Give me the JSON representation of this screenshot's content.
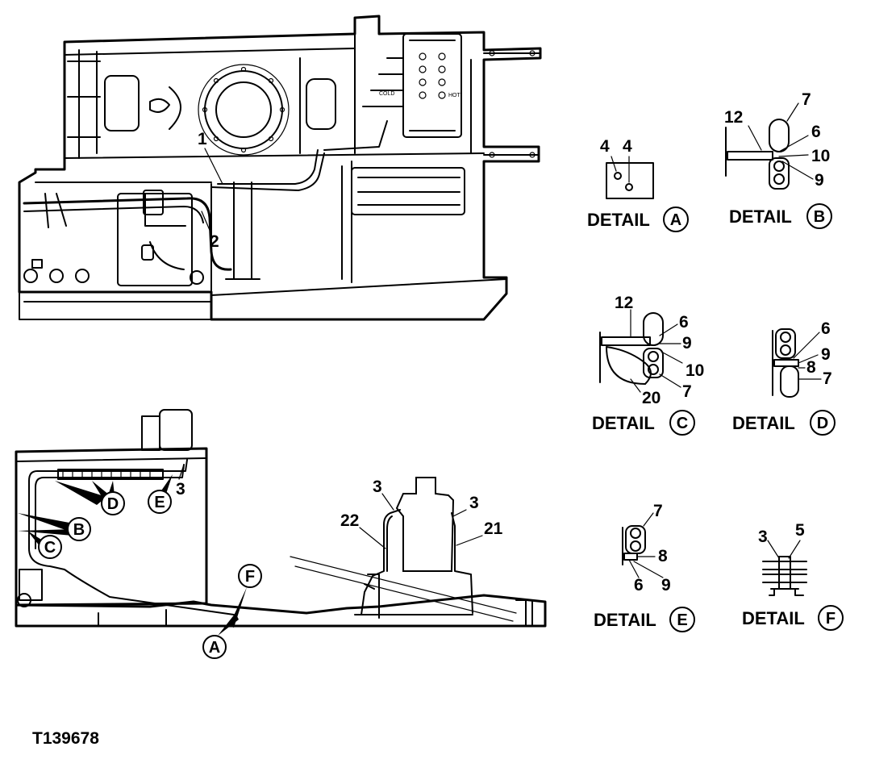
{
  "figure_id": "T139678",
  "top_view": {
    "callouts": [
      "1",
      "2"
    ],
    "small_labels": [
      "COLD",
      "HOT"
    ]
  },
  "side_view": {
    "callouts": [
      "3",
      "3",
      "3",
      "22",
      "21"
    ],
    "detail_refs": [
      "D",
      "E",
      "B",
      "C",
      "F",
      "A"
    ]
  },
  "details": {
    "A": {
      "title": "DETAIL",
      "letter": "A",
      "callouts": [
        "4",
        "4"
      ]
    },
    "B": {
      "title": "DETAIL",
      "letter": "B",
      "callouts": [
        "12",
        "7",
        "6",
        "10",
        "9"
      ]
    },
    "C": {
      "title": "DETAIL",
      "letter": "C",
      "callouts": [
        "12",
        "6",
        "9",
        "10",
        "7",
        "20"
      ]
    },
    "D": {
      "title": "DETAIL",
      "letter": "D",
      "callouts": [
        "6",
        "9",
        "8",
        "7"
      ]
    },
    "E": {
      "title": "DETAIL",
      "letter": "E",
      "callouts": [
        "7",
        "8",
        "6",
        "9"
      ]
    },
    "F": {
      "title": "DETAIL",
      "letter": "F",
      "callouts": [
        "3",
        "5"
      ]
    }
  }
}
